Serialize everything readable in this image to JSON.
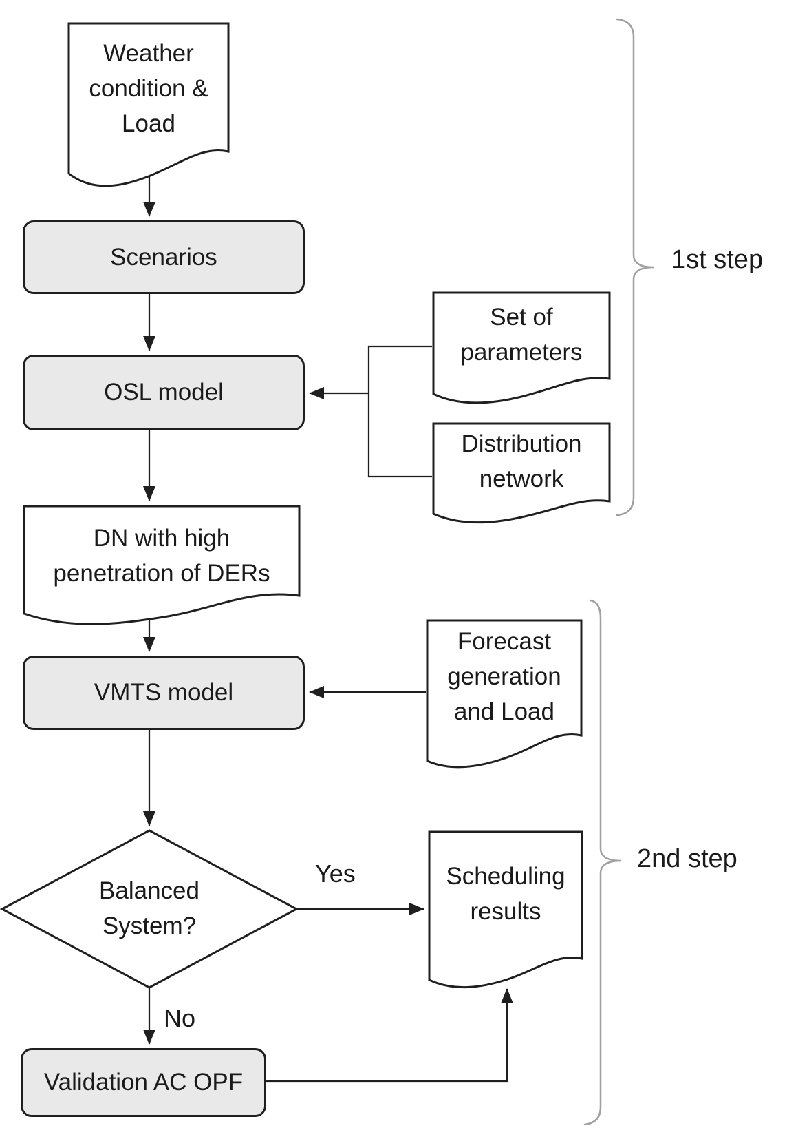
{
  "colors": {
    "background": "#ffffff",
    "node_fill_gray": "#e9e9e9",
    "node_fill_white": "#ffffff",
    "shape_border": "#1f1f1f",
    "connector": "#1f1f1f",
    "bracket": "#a0a0a0",
    "text": "#1a1a1a"
  },
  "nodes": {
    "weather": {
      "label": "Weather\ncondition &\nLoad",
      "shape": "document"
    },
    "scenarios": {
      "label": "Scenarios",
      "shape": "rounded-rectangle"
    },
    "osl": {
      "label": "OSL model",
      "shape": "rounded-rectangle"
    },
    "set_params": {
      "label": "Set of\nparameters",
      "shape": "document"
    },
    "dist_network": {
      "label": "Distribution\nnetwork",
      "shape": "document"
    },
    "dn_ders": {
      "label": "DN with high\npenetration of DERs",
      "shape": "document"
    },
    "vmts": {
      "label": "VMTS model",
      "shape": "rounded-rectangle"
    },
    "forecast": {
      "label": "Forecast\ngeneration\nand Load",
      "shape": "document"
    },
    "decision": {
      "label": "Balanced\nSystem?",
      "shape": "diamond"
    },
    "scheduling": {
      "label": "Scheduling\nresults",
      "shape": "document"
    },
    "validation": {
      "label": "Validation AC OPF",
      "shape": "rounded-rectangle"
    }
  },
  "edge_labels": {
    "yes": "Yes",
    "no": "No"
  },
  "step_labels": {
    "first": "1st step",
    "second": "2nd step"
  }
}
